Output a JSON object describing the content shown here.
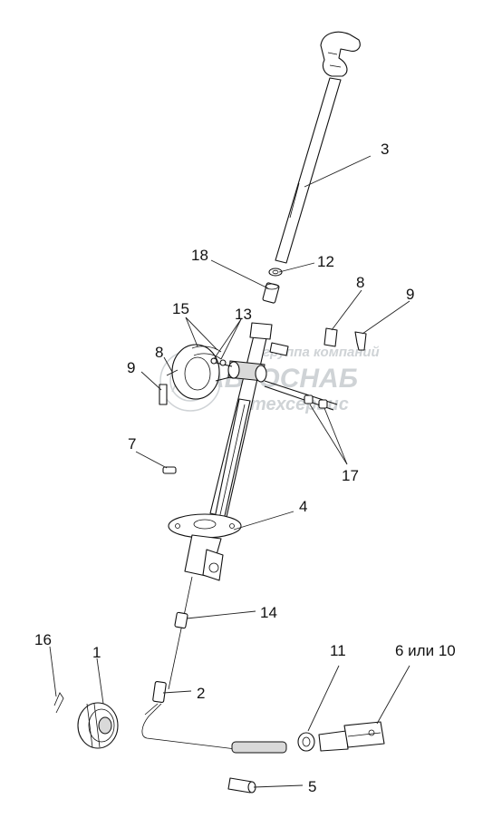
{
  "diagram": {
    "labels": {
      "p1": "1",
      "p2": "2",
      "p3": "3",
      "p4": "4",
      "p5": "5",
      "p6_10": "6 или 10",
      "p7": "7",
      "p8_left": "8",
      "p8_right": "8",
      "p9_left": "9",
      "p9_right": "9",
      "p11": "11",
      "p12": "12",
      "p13": "13",
      "p14": "14",
      "p15": "15",
      "p16": "16",
      "p17": "17",
      "p18": "18"
    },
    "watermark": {
      "line1": "группа компаний",
      "line2": "АВТОСНАБ",
      "line3": "техсервис"
    }
  }
}
